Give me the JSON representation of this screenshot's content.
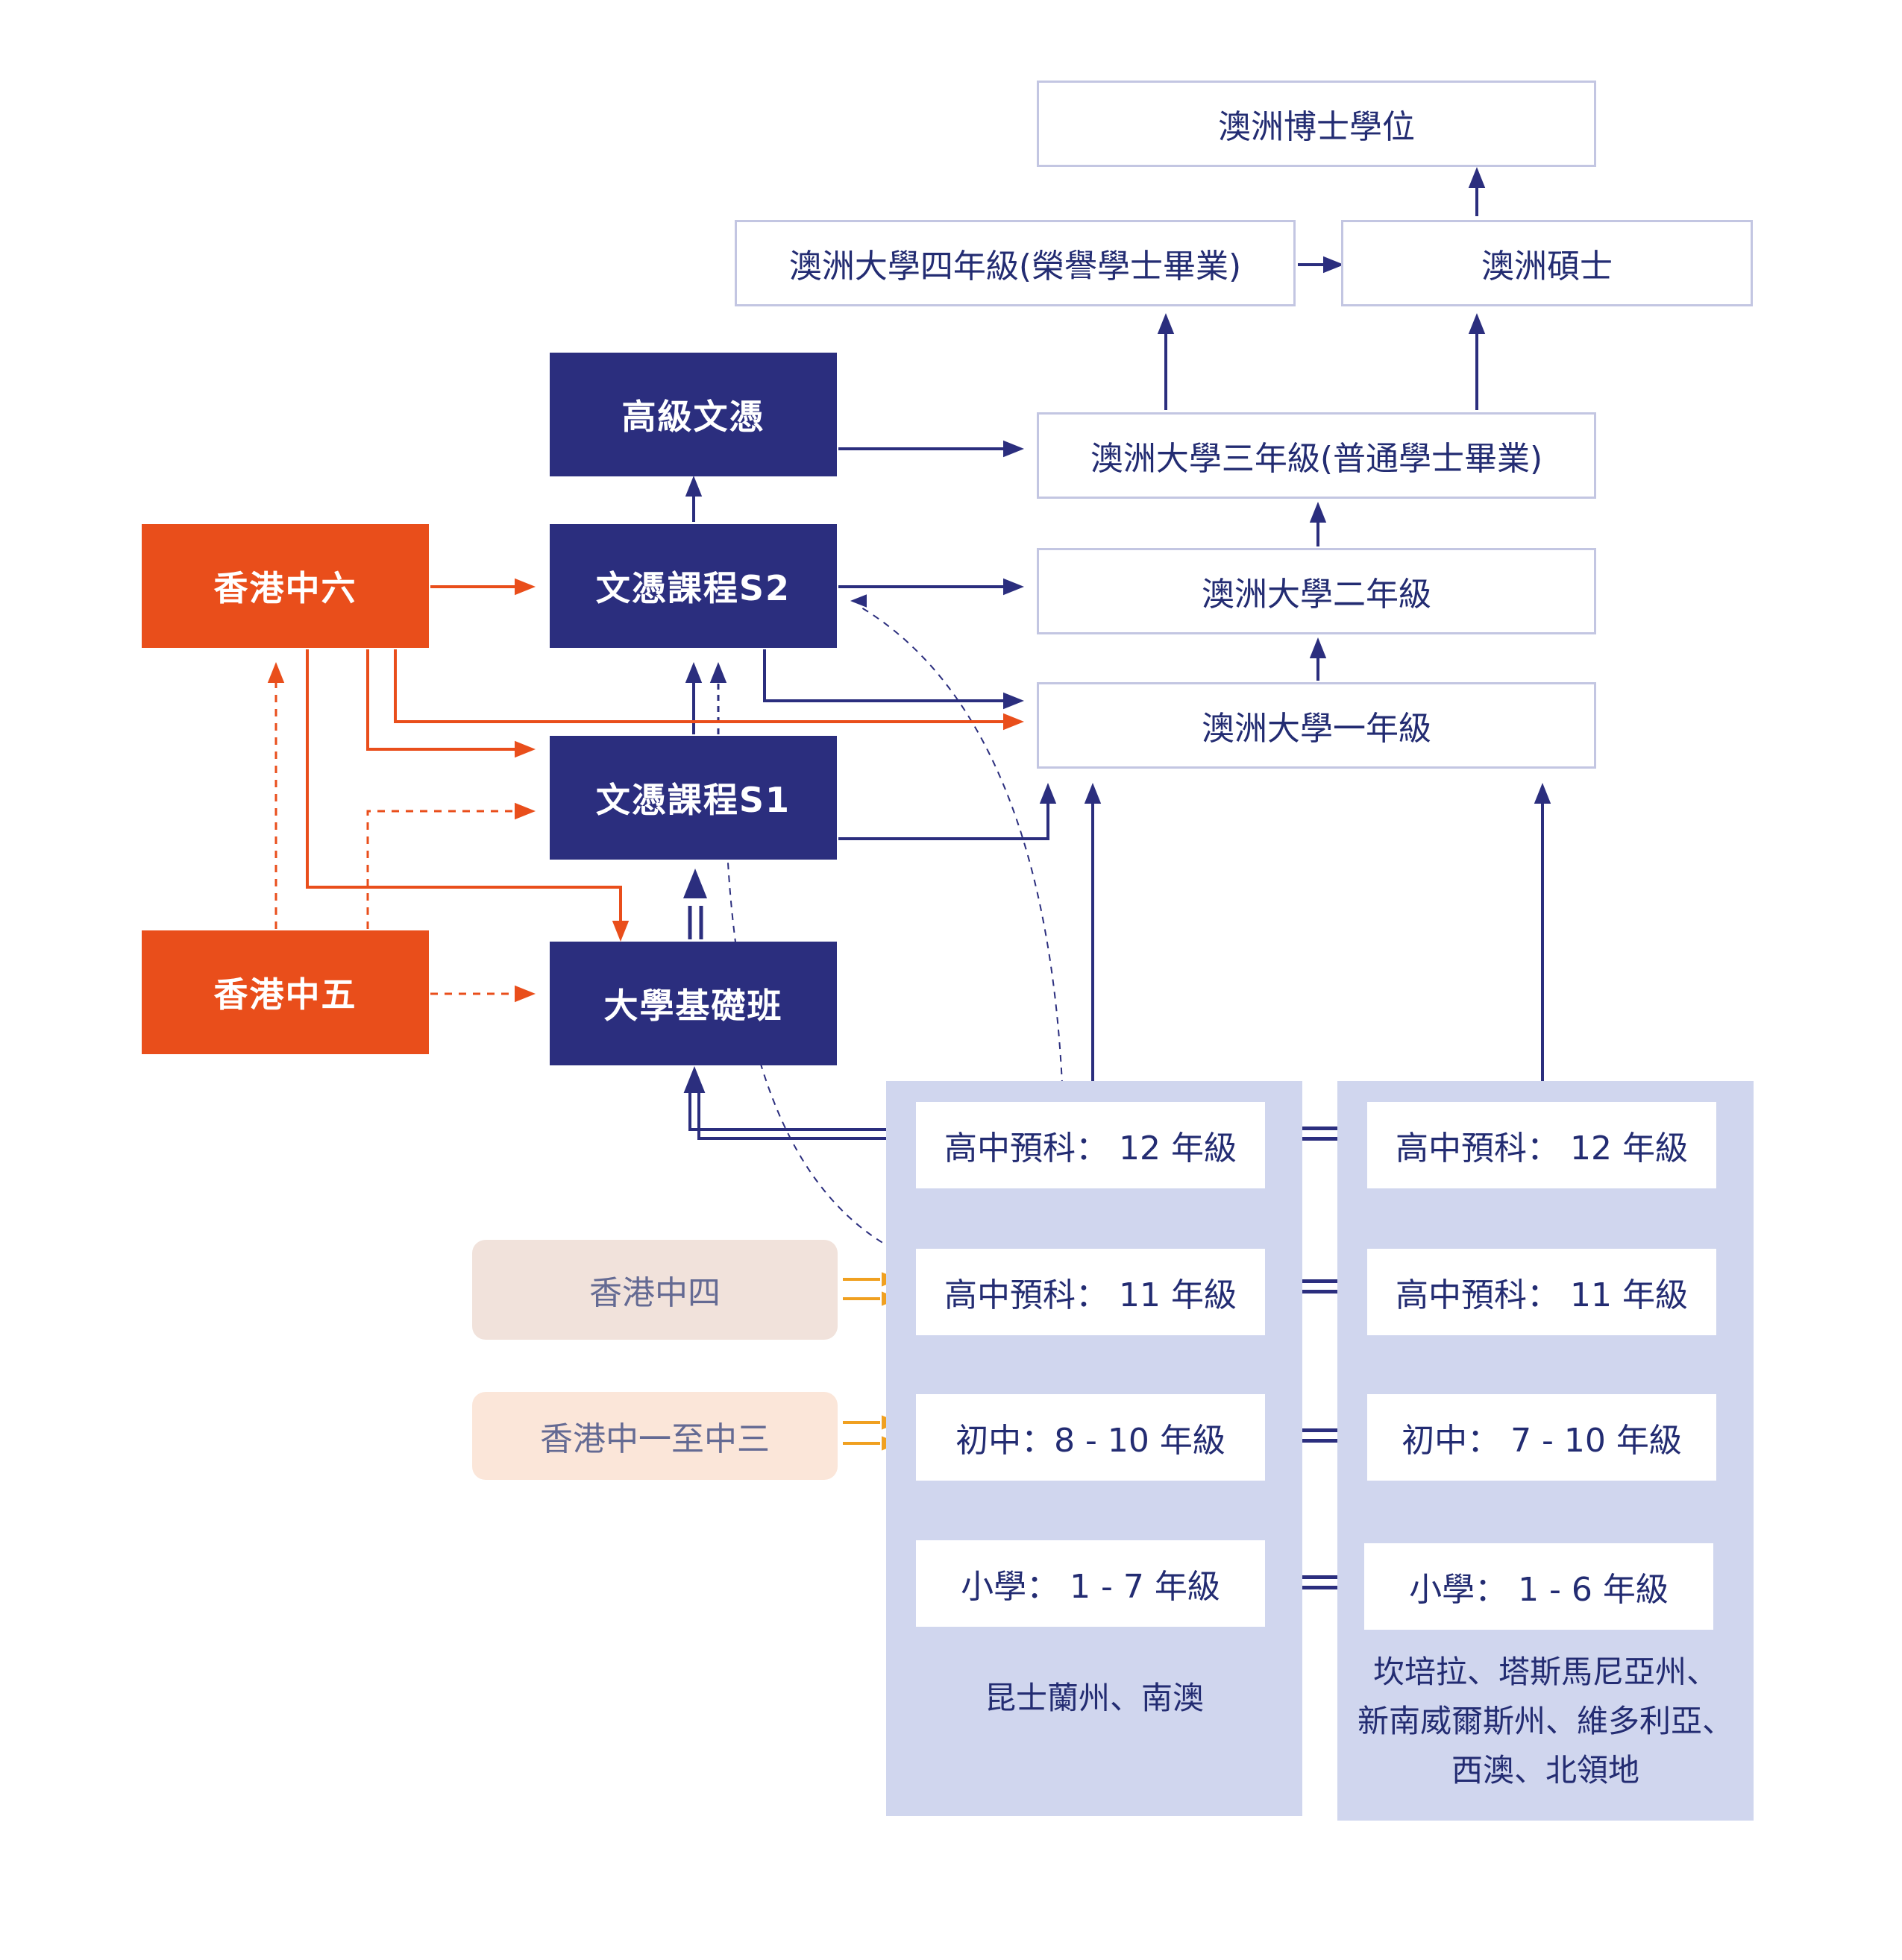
{
  "colors": {
    "navy": "#2b2e7e",
    "orange": "#e94e1b",
    "amber": "#f0a020",
    "panel": "#d0d6ee",
    "outline": "#c3c6e2"
  },
  "australia_path": {
    "phd": "澳洲博士學位",
    "year4_honours": "澳洲大學四年級(榮譽學士畢業)",
    "masters": "澳洲碩士",
    "year3_bachelor": "澳洲大學三年級(普通學士畢業)",
    "year2": "澳洲大學二年級",
    "year1": "澳洲大學一年級"
  },
  "programs": {
    "advanced_diploma": "高級文憑",
    "diploma_s2": "文憑課程S2",
    "diploma_s1": "文憑課程S1",
    "foundation": "大學基礎班"
  },
  "hk_levels": {
    "form6": "香港中六",
    "form5": "香港中五",
    "form4": "香港中四",
    "form1_3": "香港中一至中三"
  },
  "left_column": {
    "grades": [
      "高中預科： 12 年級",
      "高中預科： 11 年級",
      "初中：8 - 10 年級",
      "小學： 1 - 7 年級"
    ],
    "regions": [
      "昆士蘭州、南澳"
    ]
  },
  "right_column": {
    "grades": [
      "高中預科： 12 年級",
      "高中預科： 11 年級",
      "初中： 7 - 10 年級",
      "小學： 1 - 6 年級"
    ],
    "regions": [
      "坎培拉、塔斯馬尼亞州、",
      "新南威爾斯州、維多利亞、",
      "西澳、北領地"
    ]
  }
}
